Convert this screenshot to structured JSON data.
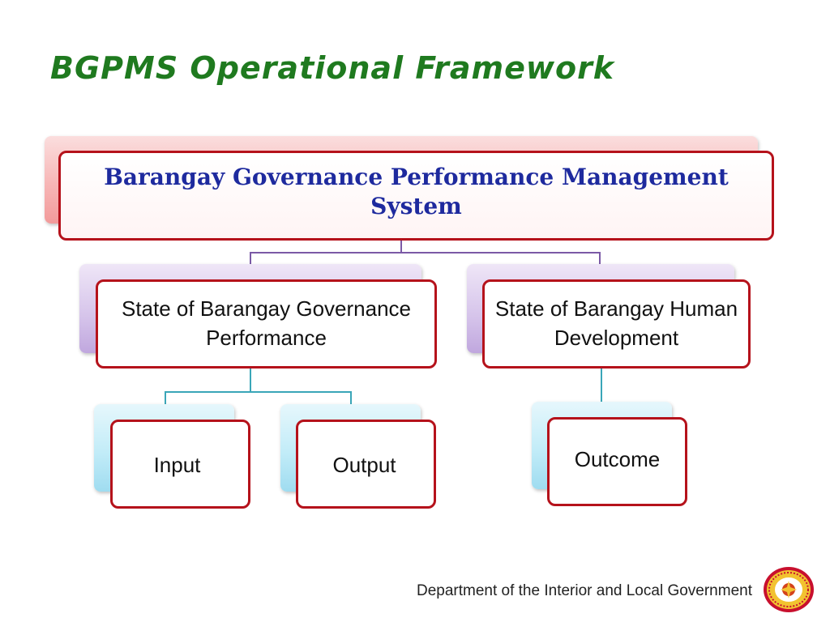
{
  "slide": {
    "title": "BGPMS Operational Framework"
  },
  "diagram": {
    "root": {
      "label": "Barangay Governance Performance Management System"
    },
    "branches": [
      {
        "label": "State of Barangay Governance Performance",
        "children": [
          {
            "label": "Input"
          },
          {
            "label": "Output"
          }
        ]
      },
      {
        "label": "State of Barangay Human Development",
        "children": [
          {
            "label": "Outcome"
          }
        ]
      }
    ]
  },
  "footer": {
    "text": "Department of the Interior and Local Government"
  },
  "colors": {
    "title": "#1f7a1f",
    "root_text": "#1e2a9e",
    "box_border": "#b5121b",
    "connector_top": "#7b5aa6",
    "connector_bottom": "#3aa6b8"
  },
  "icons": {
    "seal": "dilg-seal-icon"
  }
}
